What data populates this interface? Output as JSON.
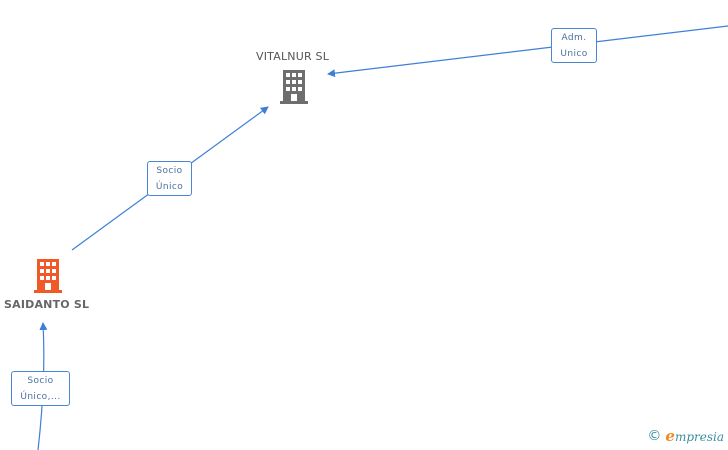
{
  "nodes": {
    "vitalnur": {
      "name": "VITALNUR SL",
      "icon": "building-icon",
      "color": "#6e6e6e"
    },
    "saidanto": {
      "name": "SAIDANTO SL",
      "icon": "building-icon",
      "color": "#f05a28"
    }
  },
  "edges": {
    "adm": {
      "line1": "Adm.",
      "line2": "Unico"
    },
    "socio_vitalnur": {
      "line1": "Socio",
      "line2": "Único"
    },
    "socio_saidanto": {
      "line1": "Socio",
      "line2": "Único,..."
    }
  },
  "colors": {
    "edge": "#3d7fd6"
  },
  "footer": {
    "copyright_symbol": "©",
    "brand_first": "e",
    "brand_rest": "mpresia"
  }
}
